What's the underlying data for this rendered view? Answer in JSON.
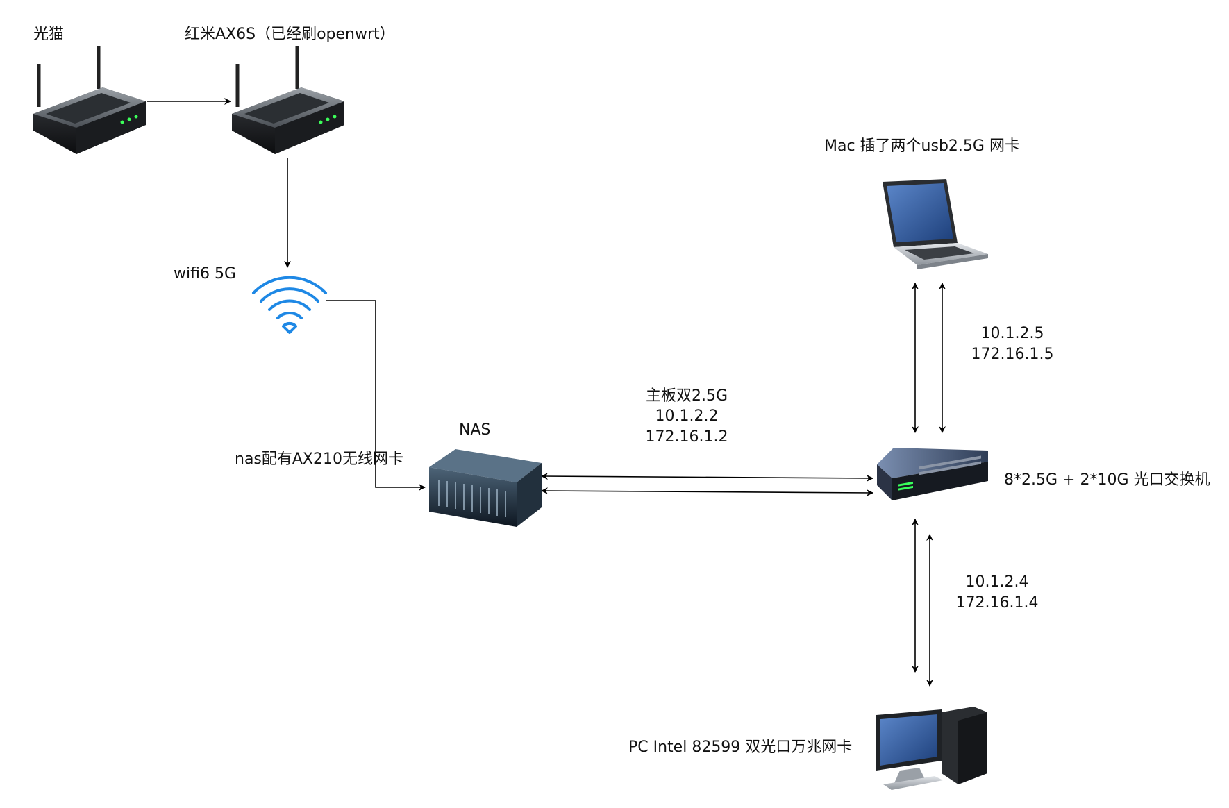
{
  "nodes": {
    "modem": {
      "label": "光猫",
      "icon": "router-icon"
    },
    "router": {
      "label": "红米AX6S（已经刷openwrt）",
      "icon": "router-icon"
    },
    "wifi": {
      "label": "wifi6 5G",
      "icon": "wifi-icon"
    },
    "nas": {
      "label": "NAS",
      "icon": "server-icon",
      "wifi_card_note": "nas配有AX210无线网卡"
    },
    "mac": {
      "label": "Mac 插了两个usb2.5G 网卡",
      "icon": "laptop-icon"
    },
    "switch": {
      "label": "8*2.5G + 2*10G 光口交换机",
      "icon": "switch-icon"
    },
    "pc": {
      "label": "PC Intel 82599 双光口万兆网卡",
      "icon": "desktop-computer-icon"
    }
  },
  "links": {
    "nas_switch": {
      "lines": [
        "主板双2.5G",
        "10.1.2.2",
        "172.16.1.2"
      ]
    },
    "mac_switch": {
      "lines": [
        "10.1.2.5",
        "172.16.1.5"
      ]
    },
    "pc_switch": {
      "lines": [
        "10.1.2.4",
        "172.16.1.4"
      ]
    }
  },
  "colors": {
    "wifi": "#1e88e5",
    "edge": "#000000"
  }
}
